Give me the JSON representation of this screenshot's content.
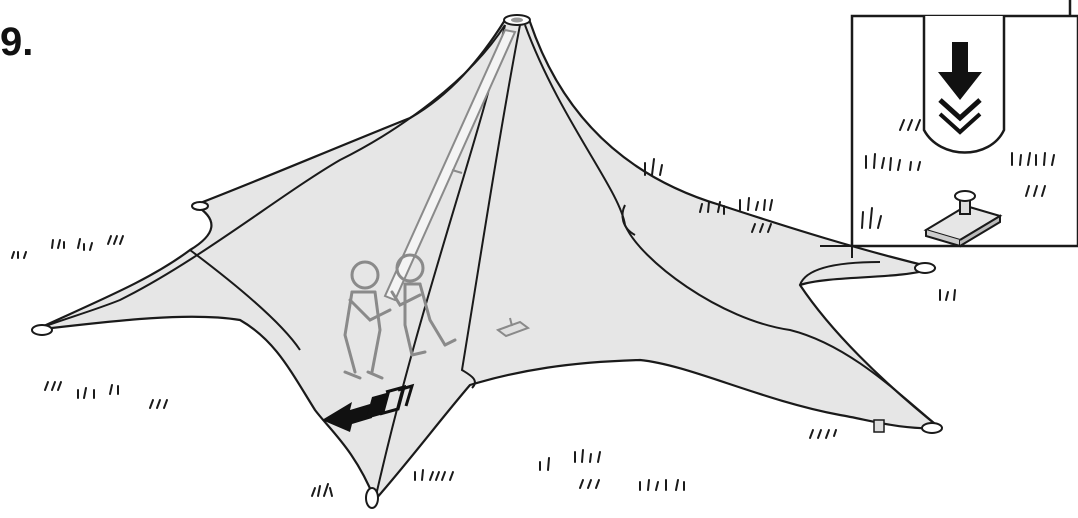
{
  "step": {
    "number": "9."
  },
  "colors": {
    "canopy_fill": "#e6e6e6",
    "outline": "#1a1a1a",
    "person_outline": "#8a8a8a",
    "arrow_fill": "#111111",
    "background": "#ffffff"
  },
  "icons": {
    "push_arrow": "double-chevron-right-arrow",
    "down_arrow": "triple-chevron-down-arrow",
    "ground_peg": "tent-peg-plate"
  }
}
